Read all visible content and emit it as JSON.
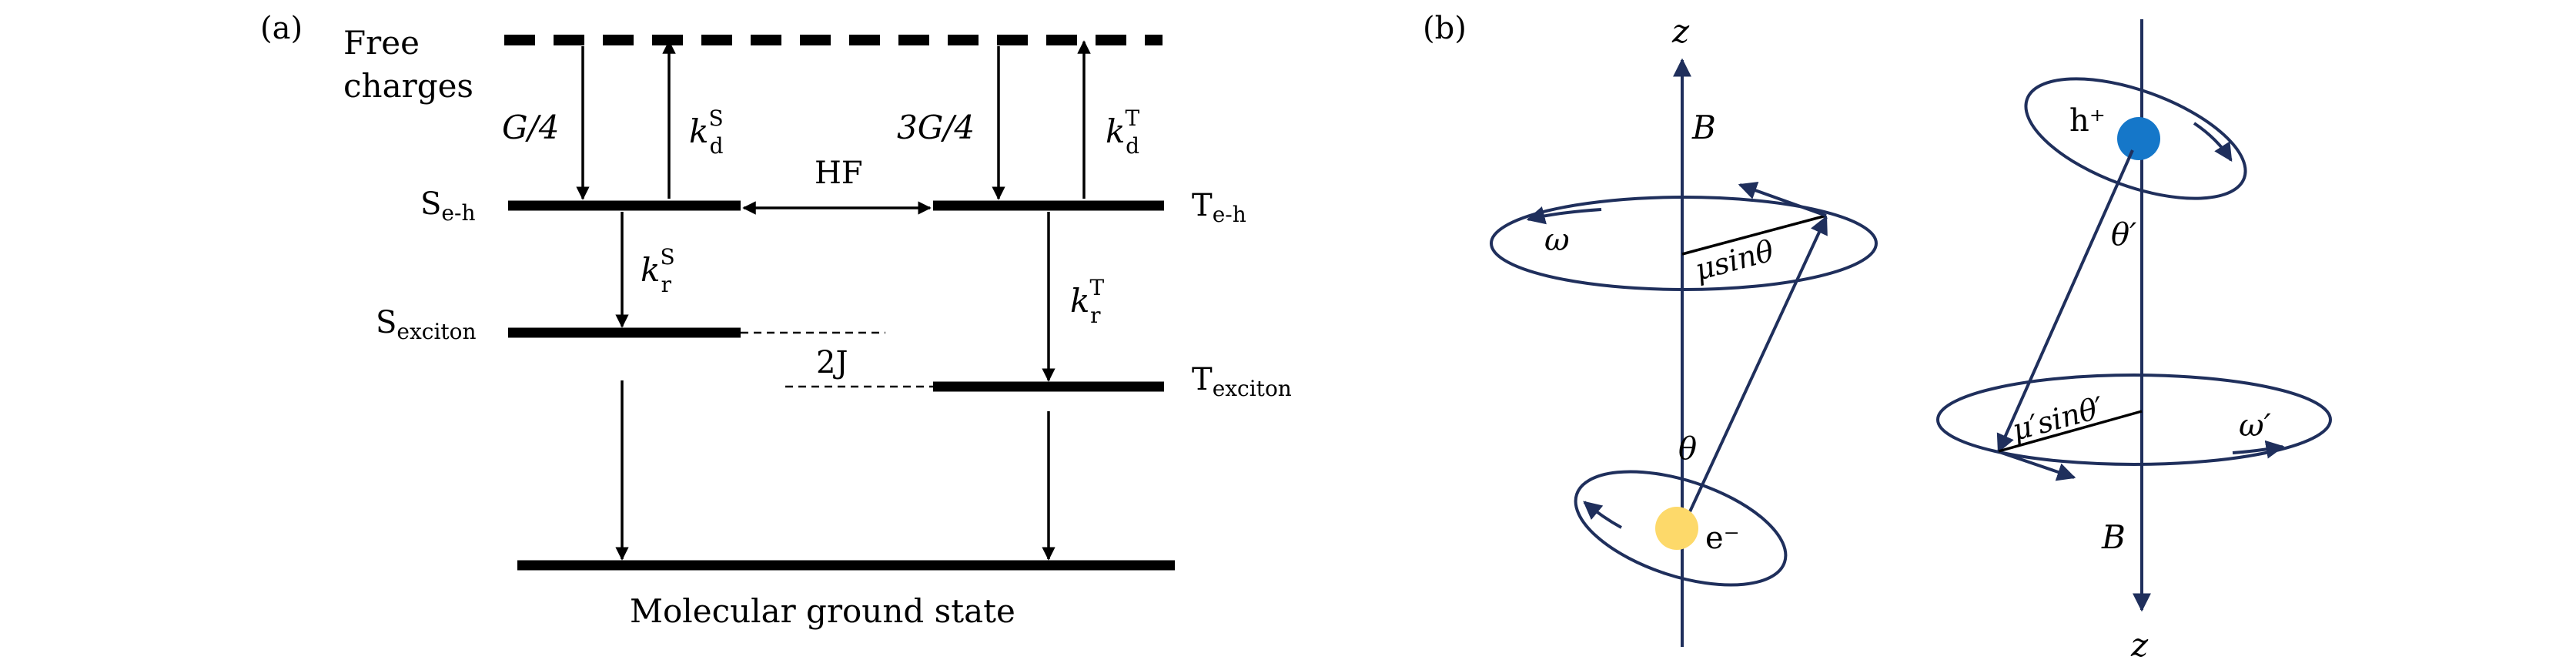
{
  "panel_a": {
    "label": "(a)",
    "free_charges": [
      "Free",
      "charges"
    ],
    "rates": {
      "g_singlet": "G/4",
      "g_triplet": "3G/4",
      "k_base": "k",
      "kd_sup_s": "S",
      "kd_sup_t": "T",
      "kd_sub": "d",
      "kr_sup_s": "S",
      "kr_sup_t": "T",
      "kr_sub": "r"
    },
    "hf": "HF",
    "two_j": "2J",
    "levels": {
      "s_eh_main": "S",
      "s_eh_sub": "e-h",
      "t_eh_main": "T",
      "t_eh_sub": "e-h",
      "s_exc_main": "S",
      "s_exc_sub": "exciton",
      "t_exc_main": "T",
      "t_exc_sub": "exciton"
    },
    "ground": "Molecular ground state"
  },
  "panel_b": {
    "label": "(b)",
    "axis_z": "z",
    "field": "B",
    "omega": "ω",
    "omega_prime": "ω′",
    "mu_sin_theta": "μsinθ",
    "mu_prime_sin_theta_prime": "μ′sinθ′",
    "theta": "θ",
    "theta_prime": "θ′",
    "electron": "e⁻",
    "hole": "h⁺",
    "colors": {
      "vector": "#1f2f5c",
      "electron": "#fdd96a",
      "hole": "#1577c9"
    }
  }
}
